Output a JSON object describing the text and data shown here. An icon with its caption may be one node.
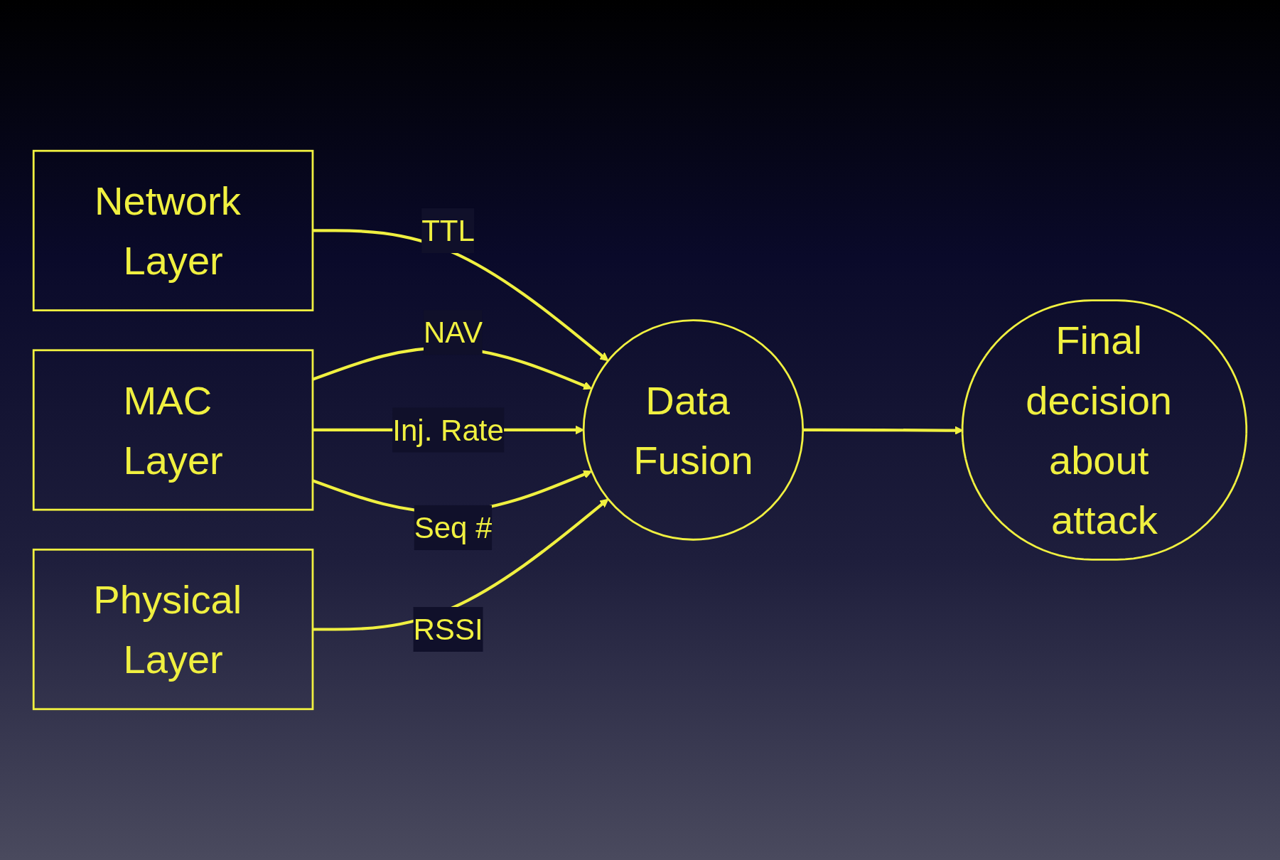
{
  "diagram": {
    "nodes": [
      {
        "text": [
          "Network Layer"
        ]
      },
      {
        "text": [
          "MAC Layer"
        ]
      },
      {
        "text": [
          "Physical Layer"
        ]
      },
      {
        "text": [
          "Data Fusion"
        ]
      },
      {
        "text": [
          "Final decision about attack"
        ]
      }
    ],
    "edges": [
      {
        "from": 0,
        "to": 3,
        "arrow": "to",
        "label": "TTL"
      },
      {
        "from": 1,
        "to": 3,
        "arrow": "to",
        "label": "NAV"
      },
      {
        "from": 1,
        "to": 3,
        "arrow": "to",
        "label": "Inj. Rate"
      },
      {
        "from": 1,
        "to": 3,
        "arrow": "to",
        "label": "Seq #"
      },
      {
        "from": 2,
        "to": 3,
        "arrow": "to",
        "label": "RSSI"
      },
      {
        "from": 3,
        "to": 4,
        "arrow": "to"
      }
    ]
  }
}
